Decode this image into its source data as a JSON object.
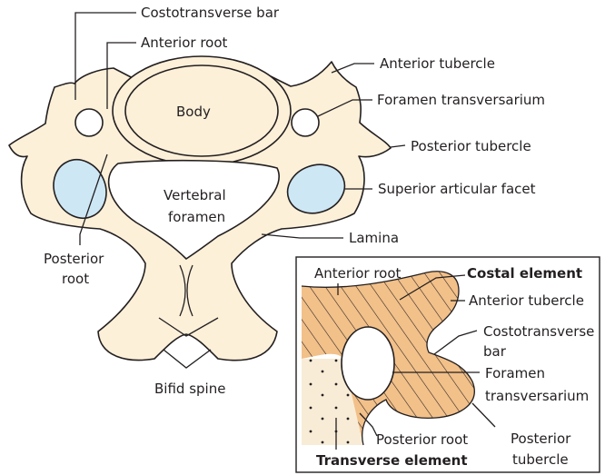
{
  "colors": {
    "bone": "#fdf0d9",
    "facet": "#cde7f5",
    "costal_hatch": "#f2c089",
    "transverse_dots": "#f8ecd6",
    "ink": "#231f20"
  },
  "main_labels": {
    "costotransverse_bar": "Costotransverse bar",
    "anterior_root": "Anterior root",
    "anterior_tubercle": "Anterior tubercle",
    "foramen_transversarium": "Foramen transversarium",
    "body": "Body",
    "posterior_tubercle": "Posterior tubercle",
    "vertebral_foramen_1": "Vertebral",
    "vertebral_foramen_2": "foramen",
    "superior_articular_facet": "Superior articular facet",
    "lamina": "Lamina",
    "posterior_root_1": "Posterior",
    "posterior_root_2": "root",
    "bifid_spine": "Bifid spine"
  },
  "inset_labels": {
    "anterior_root": "Anterior root",
    "costal_element": "Costal element",
    "anterior_tubercle": "Anterior tubercle",
    "costotransverse_bar_1": "Costotransverse",
    "costotransverse_bar_2": "bar",
    "foramen_transversarium_1": "Foramen",
    "foramen_transversarium_2": "transversarium",
    "posterior_root": "Posterior root",
    "posterior_tubercle_1": "Posterior",
    "posterior_tubercle_2": "tubercle",
    "transverse_element": "Transverse element"
  }
}
